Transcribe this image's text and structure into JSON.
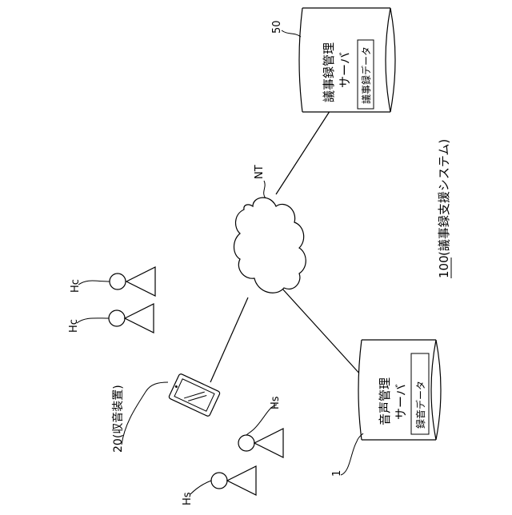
{
  "system_label": {
    "number": "100",
    "name": "(議事録支援システム)"
  },
  "network_label": "NT",
  "minutes_server": {
    "ref": "50",
    "title_line1": "議事録管理",
    "title_line2": "サーバ",
    "data_label": "議事録データ"
  },
  "audio_server": {
    "ref": "1",
    "title_line1": "音声管理",
    "title_line2": "サーバ",
    "data_label": "録音データ"
  },
  "recording_device": {
    "label": "20(収音装置)"
  },
  "persons": {
    "hc": "Hc",
    "hs": "Hs"
  }
}
